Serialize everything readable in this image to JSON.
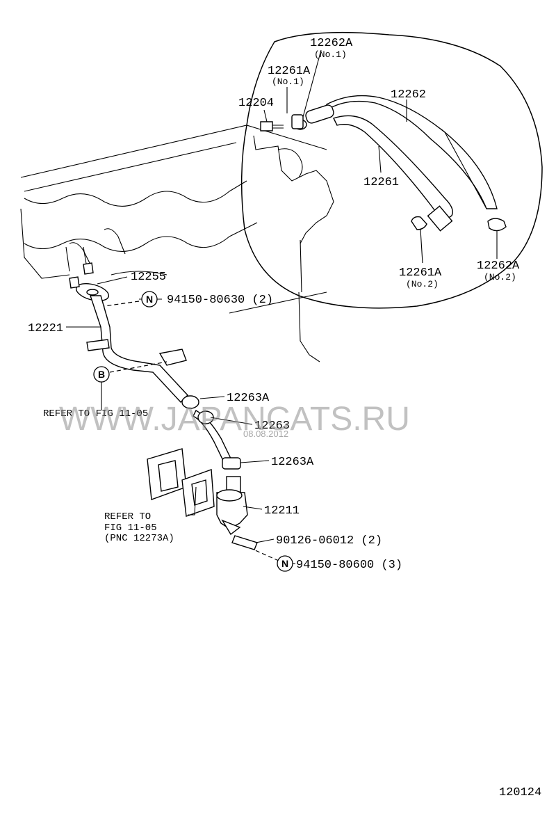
{
  "labels": {
    "p12262A_1": "12262A",
    "p12262A_1_sub": "(No.1)",
    "p12261A_1": "12261A",
    "p12261A_1_sub": "(No.1)",
    "p12204": "12204",
    "p12262": "12262",
    "p12261": "12261",
    "p12261A_2": "12261A",
    "p12261A_2_sub": "(No.2)",
    "p12262A_2": "12262A",
    "p12262A_2_sub": "(No.2)",
    "p12255": "12255",
    "p94150_80630": "94150-80630 (2)",
    "p12221": "12221",
    "p12263A_top": "12263A",
    "p12263": "12263",
    "p12263A_bottom": "12263A",
    "p12211": "12211",
    "p90126": "90126-06012 (2)",
    "p94150_80600": "94150-80600 (3)"
  },
  "symbols": {
    "n_top": "N",
    "b_ref": "B",
    "n_bottom": "N"
  },
  "notes": {
    "refer_fig_top": "REFER TO FIG 11-05",
    "refer_to": "REFER TO",
    "fig_line": "FIG 11-05",
    "pnc_line": "(PNC 12273A)"
  },
  "watermark": {
    "text": "WWW.JAPANCATS.RU",
    "date": "08.08.2012"
  },
  "figure_number": "120124",
  "colors": {
    "line": "#000000",
    "background": "#ffffff",
    "watermark": "#8e8e8e"
  }
}
